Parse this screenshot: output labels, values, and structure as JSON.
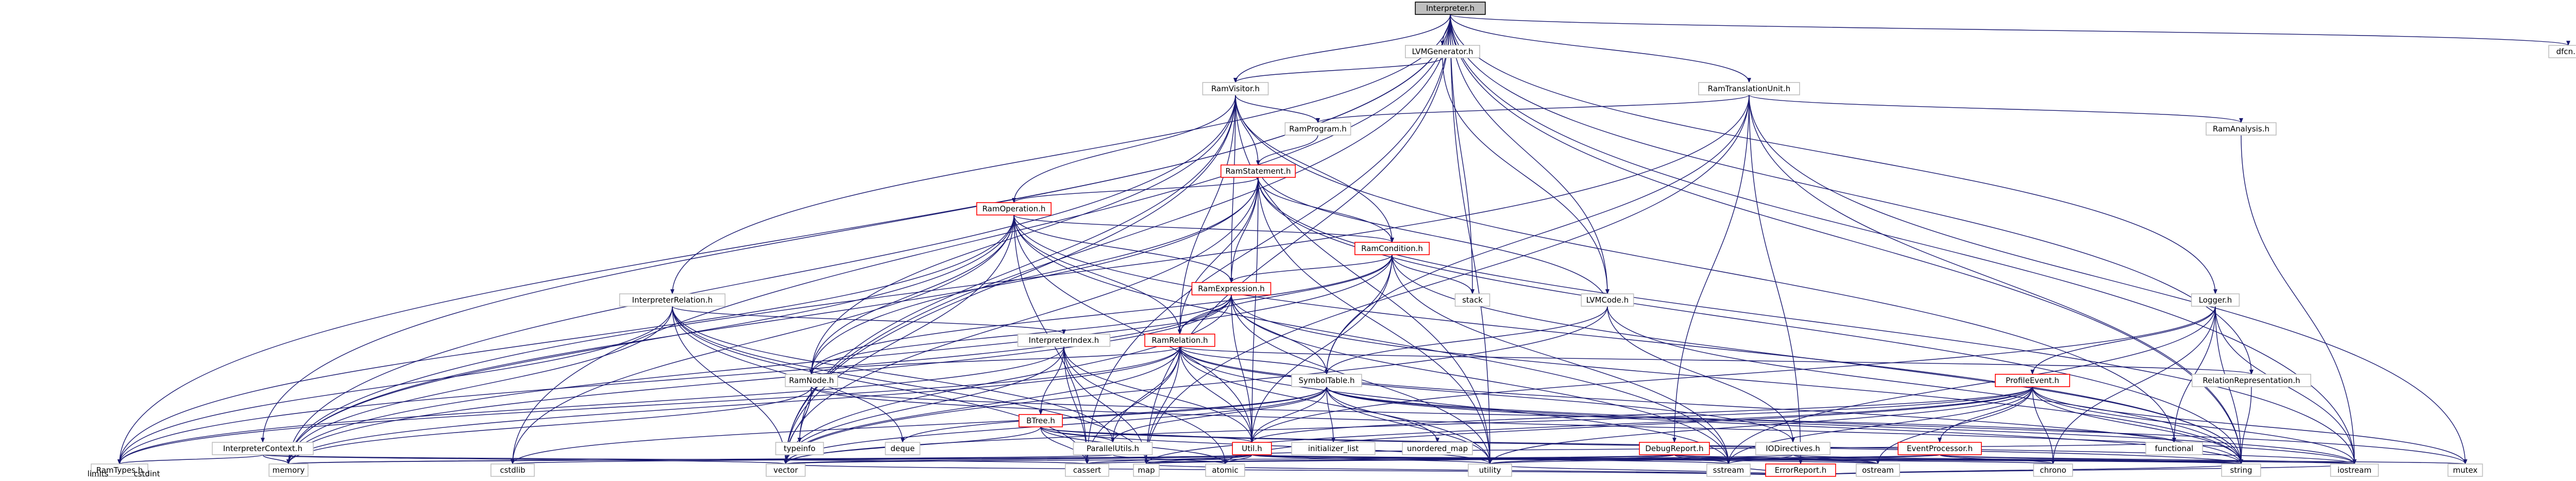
{
  "colors": {
    "background": "#ffffff",
    "node_fill": "#ffffff",
    "node_border": "#bfbfbf",
    "root_fill": "#bfbfbf",
    "root_border": "#000000",
    "partial_border": "#ff0000",
    "edge": "#191970"
  },
  "nodes": [
    {
      "id": "interpreter",
      "label": "Interpreter.h",
      "style": "root"
    },
    {
      "id": "llvmgen",
      "label": "LVMGenerator.h",
      "style": "normal"
    },
    {
      "id": "dfcn",
      "label": "dfcn.h",
      "style": "normal"
    },
    {
      "id": "ramvisitor",
      "label": "RamVisitor.h",
      "style": "normal"
    },
    {
      "id": "ramtu",
      "label": "RamTranslationUnit.h",
      "style": "normal"
    },
    {
      "id": "ramprogram",
      "label": "RamProgram.h",
      "style": "normal"
    },
    {
      "id": "ramanalysis",
      "label": "RamAnalysis.h",
      "style": "normal"
    },
    {
      "id": "ramstatement",
      "label": "RamStatement.h",
      "style": "partial"
    },
    {
      "id": "ramoperation",
      "label": "RamOperation.h",
      "style": "partial"
    },
    {
      "id": "ramcondition",
      "label": "RamCondition.h",
      "style": "partial"
    },
    {
      "id": "ramexpression",
      "label": "RamExpression.h",
      "style": "partial"
    },
    {
      "id": "interprelation",
      "label": "InterpreterRelation.h",
      "style": "normal"
    },
    {
      "id": "lvmcode",
      "label": "LVMCode.h",
      "style": "normal"
    },
    {
      "id": "logger",
      "label": "Logger.h",
      "style": "normal"
    },
    {
      "id": "interpindex",
      "label": "InterpreterIndex.h",
      "style": "normal"
    },
    {
      "id": "ramrelation",
      "label": "RamRelation.h",
      "style": "partial"
    },
    {
      "id": "ramnode",
      "label": "RamNode.h",
      "style": "normal"
    },
    {
      "id": "symboltable",
      "label": "SymbolTable.h",
      "style": "normal"
    },
    {
      "id": "relrep",
      "label": "RelationRepresentation.h",
      "style": "normal"
    },
    {
      "id": "profilevent",
      "label": "ProfileEvent.h",
      "style": "partial"
    },
    {
      "id": "btree",
      "label": "BTree.h",
      "style": "partial"
    },
    {
      "id": "util",
      "label": "Util.h",
      "style": "partial"
    },
    {
      "id": "interpctx",
      "label": "InterpreterContext.h",
      "style": "normal"
    },
    {
      "id": "paralutil",
      "label": "ParallelUtils.h",
      "style": "normal"
    },
    {
      "id": "iodirectives",
      "label": "IODirectives.h",
      "style": "normal"
    },
    {
      "id": "debugreport",
      "label": "DebugReport.h",
      "style": "partial"
    },
    {
      "id": "errorreport",
      "label": "ErrorReport.h",
      "style": "partial"
    },
    {
      "id": "eventproc",
      "label": "EventProcessor.h",
      "style": "partial"
    },
    {
      "id": "ramtypes",
      "label": "RamTypes.h",
      "style": "normal"
    },
    {
      "id": "stack",
      "label": "stack",
      "style": "normal"
    },
    {
      "id": "typeinfo",
      "label": "typeinfo",
      "style": "normal"
    },
    {
      "id": "deque",
      "label": "deque",
      "style": "normal"
    },
    {
      "id": "initlist",
      "label": "initializer_list",
      "style": "normal"
    },
    {
      "id": "umap",
      "label": "unordered_map",
      "style": "normal"
    },
    {
      "id": "functional",
      "label": "functional",
      "style": "normal"
    },
    {
      "id": "memory",
      "label": "memory",
      "style": "normal"
    },
    {
      "id": "cstdlib",
      "label": "cstdlib",
      "style": "normal"
    },
    {
      "id": "vector",
      "label": "vector",
      "style": "normal"
    },
    {
      "id": "cassert",
      "label": "cassert",
      "style": "normal"
    },
    {
      "id": "map",
      "label": "map",
      "style": "normal"
    },
    {
      "id": "atomic",
      "label": "atomic",
      "style": "normal"
    },
    {
      "id": "utility",
      "label": "utility",
      "style": "normal"
    },
    {
      "id": "sstream",
      "label": "sstream",
      "style": "normal"
    },
    {
      "id": "ostream",
      "label": "ostream",
      "style": "normal"
    },
    {
      "id": "chrono",
      "label": "chrono",
      "style": "normal"
    },
    {
      "id": "string",
      "label": "string",
      "style": "normal"
    },
    {
      "id": "iostream",
      "label": "iostream",
      "style": "normal"
    },
    {
      "id": "mutex",
      "label": "mutex",
      "style": "normal"
    },
    {
      "id": "limits",
      "label": "limits",
      "style": "none"
    },
    {
      "id": "cstdint",
      "label": "cstdint",
      "style": "none"
    }
  ],
  "edges": [
    [
      "interpreter",
      "llvmgen"
    ],
    [
      "interpreter",
      "dfcn"
    ],
    [
      "interpreter",
      "ramtu"
    ],
    [
      "interpreter",
      "interprelation"
    ],
    [
      "interpreter",
      "interpctx"
    ],
    [
      "interpreter",
      "lvmcode"
    ],
    [
      "interpreter",
      "logger"
    ],
    [
      "interpreter",
      "relrep"
    ],
    [
      "interpreter",
      "ramtypes"
    ],
    [
      "interpreter",
      "stack"
    ],
    [
      "interpreter",
      "cstdlib"
    ],
    [
      "interpreter",
      "vector"
    ],
    [
      "interpreter",
      "map"
    ],
    [
      "interpreter",
      "utility"
    ],
    [
      "interpreter",
      "string"
    ],
    [
      "interpreter",
      "iostream"
    ],
    [
      "interpreter",
      "cassert"
    ],
    [
      "interpreter",
      "ramvisitor"
    ],
    [
      "llvmgen",
      "ramvisitor"
    ],
    [
      "llvmgen",
      "lvmcode"
    ],
    [
      "ramvisitor",
      "ramprogram"
    ],
    [
      "ramvisitor",
      "ramstatement"
    ],
    [
      "ramvisitor",
      "ramoperation"
    ],
    [
      "ramvisitor",
      "ramcondition"
    ],
    [
      "ramvisitor",
      "ramexpression"
    ],
    [
      "ramvisitor",
      "ramrelation"
    ],
    [
      "ramvisitor",
      "ramnode"
    ],
    [
      "ramvisitor",
      "typeinfo"
    ],
    [
      "ramvisitor",
      "vector"
    ],
    [
      "ramvisitor",
      "functional"
    ],
    [
      "ramvisitor",
      "utility"
    ],
    [
      "ramvisitor",
      "memory"
    ],
    [
      "ramtu",
      "ramprogram"
    ],
    [
      "ramtu",
      "ramanalysis"
    ],
    [
      "ramtu",
      "debugreport"
    ],
    [
      "ramtu",
      "errorreport"
    ],
    [
      "ramtu",
      "symboltable"
    ],
    [
      "ramtu",
      "map"
    ],
    [
      "ramtu",
      "memory"
    ],
    [
      "ramtu",
      "string"
    ],
    [
      "ramtu",
      "mutex"
    ],
    [
      "ramprogram",
      "ramstatement"
    ],
    [
      "ramanalysis",
      "iostream"
    ],
    [
      "ramstatement",
      "ramoperation"
    ],
    [
      "ramstatement",
      "ramcondition"
    ],
    [
      "ramstatement",
      "ramexpression"
    ],
    [
      "ramstatement",
      "ramrelation"
    ],
    [
      "ramstatement",
      "ramnode"
    ],
    [
      "ramstatement",
      "util"
    ],
    [
      "ramstatement",
      "vector"
    ],
    [
      "ramstatement",
      "memory"
    ],
    [
      "ramstatement",
      "utility"
    ],
    [
      "ramstatement",
      "string"
    ],
    [
      "ramstatement",
      "iostream"
    ],
    [
      "ramoperation",
      "ramcondition"
    ],
    [
      "ramoperation",
      "ramexpression"
    ],
    [
      "ramoperation",
      "ramrelation"
    ],
    [
      "ramoperation",
      "ramnode"
    ],
    [
      "ramoperation",
      "util"
    ],
    [
      "ramoperation",
      "ramtypes"
    ],
    [
      "ramoperation",
      "cassert"
    ],
    [
      "ramoperation",
      "cstdlib"
    ],
    [
      "ramoperation",
      "vector"
    ],
    [
      "ramoperation",
      "memory"
    ],
    [
      "ramoperation",
      "sstream"
    ],
    [
      "ramoperation",
      "string"
    ],
    [
      "ramcondition",
      "ramexpression"
    ],
    [
      "ramcondition",
      "ramrelation"
    ],
    [
      "ramcondition",
      "ramnode"
    ],
    [
      "ramcondition",
      "symboltable"
    ],
    [
      "ramcondition",
      "util"
    ],
    [
      "ramcondition",
      "stack"
    ],
    [
      "ramcondition",
      "sstream"
    ],
    [
      "ramcondition",
      "string"
    ],
    [
      "ramcondition",
      "memory"
    ],
    [
      "ramexpression",
      "ramrelation"
    ],
    [
      "ramexpression",
      "ramnode"
    ],
    [
      "ramexpression",
      "symboltable"
    ],
    [
      "ramexpression",
      "util"
    ],
    [
      "ramexpression",
      "ramtypes"
    ],
    [
      "ramexpression",
      "vector"
    ],
    [
      "ramexpression",
      "sstream"
    ],
    [
      "ramexpression",
      "string"
    ],
    [
      "ramexpression",
      "memory"
    ],
    [
      "ramexpression",
      "utility"
    ],
    [
      "interprelation",
      "interpindex"
    ],
    [
      "interprelation",
      "paralutil"
    ],
    [
      "interprelation",
      "ramtypes"
    ],
    [
      "interprelation",
      "deque"
    ],
    [
      "interprelation",
      "memory"
    ],
    [
      "interprelation",
      "vector"
    ],
    [
      "interprelation",
      "map"
    ],
    [
      "interprelation",
      "cassert"
    ],
    [
      "lvmcode",
      "ramstatement"
    ],
    [
      "lvmcode",
      "symboltable"
    ],
    [
      "lvmcode",
      "iodirectives"
    ],
    [
      "lvmcode",
      "vector"
    ],
    [
      "lvmcode",
      "string"
    ],
    [
      "logger",
      "profilevent"
    ],
    [
      "logger",
      "util"
    ],
    [
      "logger",
      "functional"
    ],
    [
      "logger",
      "chrono"
    ],
    [
      "logger",
      "string"
    ],
    [
      "logger",
      "iostream"
    ],
    [
      "logger",
      "sstream"
    ],
    [
      "interpindex",
      "btree"
    ],
    [
      "interpindex",
      "util"
    ],
    [
      "interpindex",
      "ramtypes"
    ],
    [
      "interpindex",
      "vector"
    ],
    [
      "interpindex",
      "map"
    ],
    [
      "interpindex",
      "cassert"
    ],
    [
      "interpindex",
      "atomic"
    ],
    [
      "ramrelation",
      "ramnode"
    ],
    [
      "ramrelation",
      "relrep"
    ],
    [
      "ramrelation",
      "symboltable"
    ],
    [
      "ramrelation",
      "paralutil"
    ],
    [
      "ramrelation",
      "util"
    ],
    [
      "ramrelation",
      "ramtypes"
    ],
    [
      "ramrelation",
      "iodirectives"
    ],
    [
      "ramrelation",
      "cassert"
    ],
    [
      "ramrelation",
      "vector"
    ],
    [
      "ramrelation",
      "string"
    ],
    [
      "ramrelation",
      "memory"
    ],
    [
      "ramrelation",
      "utility"
    ],
    [
      "ramrelation",
      "sstream"
    ],
    [
      "ramrelation",
      "map"
    ],
    [
      "ramnode",
      "typeinfo"
    ],
    [
      "ramnode",
      "vector"
    ],
    [
      "ramnode",
      "memory"
    ],
    [
      "ramnode",
      "iostream"
    ],
    [
      "ramnode",
      "functional"
    ],
    [
      "symboltable",
      "paralutil"
    ],
    [
      "symboltable",
      "util"
    ],
    [
      "symboltable",
      "deque"
    ],
    [
      "symboltable",
      "initlist"
    ],
    [
      "symboltable",
      "umap"
    ],
    [
      "symboltable",
      "iostream"
    ],
    [
      "symboltable",
      "string"
    ],
    [
      "symboltable",
      "vector"
    ],
    [
      "symboltable",
      "utility"
    ],
    [
      "symboltable",
      "cstdlib"
    ],
    [
      "symboltable",
      "mutex"
    ],
    [
      "relrep",
      "string"
    ],
    [
      "profilevent",
      "eventproc"
    ],
    [
      "profilevent",
      "util"
    ],
    [
      "profilevent",
      "chrono"
    ],
    [
      "profilevent",
      "string"
    ],
    [
      "profilevent",
      "iostream"
    ],
    [
      "profilevent",
      "mutex"
    ],
    [
      "profilevent",
      "sstream"
    ],
    [
      "profilevent",
      "map"
    ],
    [
      "profilevent",
      "atomic"
    ],
    [
      "profilevent",
      "utility"
    ],
    [
      "profilevent",
      "ostream"
    ],
    [
      "profilevent",
      "vector"
    ],
    [
      "btree",
      "paralutil"
    ],
    [
      "btree",
      "util"
    ],
    [
      "btree",
      "vector"
    ],
    [
      "btree",
      "cassert"
    ],
    [
      "btree",
      "atomic"
    ],
    [
      "btree",
      "utility"
    ],
    [
      "btree",
      "iostream"
    ],
    [
      "btree",
      "string"
    ],
    [
      "util",
      "cassert"
    ],
    [
      "util",
      "vector"
    ],
    [
      "util",
      "map"
    ],
    [
      "util",
      "atomic"
    ],
    [
      "util",
      "utility"
    ],
    [
      "util",
      "string"
    ],
    [
      "util",
      "memory"
    ],
    [
      "util",
      "iostream"
    ],
    [
      "util",
      "sstream"
    ],
    [
      "util",
      "cstdlib"
    ],
    [
      "util",
      "chrono"
    ],
    [
      "util",
      "ostream"
    ],
    [
      "util",
      "mutex"
    ],
    [
      "util",
      "functional"
    ],
    [
      "interpctx",
      "ramtypes"
    ],
    [
      "interpctx",
      "vector"
    ],
    [
      "interpctx",
      "memory"
    ],
    [
      "interpctx",
      "cassert"
    ],
    [
      "paralutil",
      "atomic"
    ],
    [
      "paralutil",
      "memory"
    ],
    [
      "iodirectives",
      "map"
    ],
    [
      "iodirectives",
      "string"
    ],
    [
      "iodirectives",
      "sstream"
    ],
    [
      "iodirectives",
      "ostream"
    ],
    [
      "debugreport",
      "vector"
    ],
    [
      "debugreport",
      "map"
    ],
    [
      "debugreport",
      "string"
    ],
    [
      "debugreport",
      "sstream"
    ],
    [
      "debugreport",
      "utility"
    ],
    [
      "debugreport",
      "ostream"
    ],
    [
      "errorreport",
      "vector"
    ],
    [
      "errorreport",
      "map"
    ],
    [
      "errorreport",
      "string"
    ],
    [
      "errorreport",
      "iostream"
    ],
    [
      "errorreport",
      "utility"
    ],
    [
      "errorreport",
      "sstream"
    ],
    [
      "eventproc",
      "string"
    ],
    [
      "eventproc",
      "map"
    ],
    [
      "eventproc",
      "chrono"
    ],
    [
      "eventproc",
      "iostream"
    ],
    [
      "eventproc",
      "utility"
    ],
    [
      "eventproc",
      "cassert"
    ],
    [
      "ramtypes",
      "limits"
    ],
    [
      "ramtypes",
      "cstdint"
    ]
  ]
}
